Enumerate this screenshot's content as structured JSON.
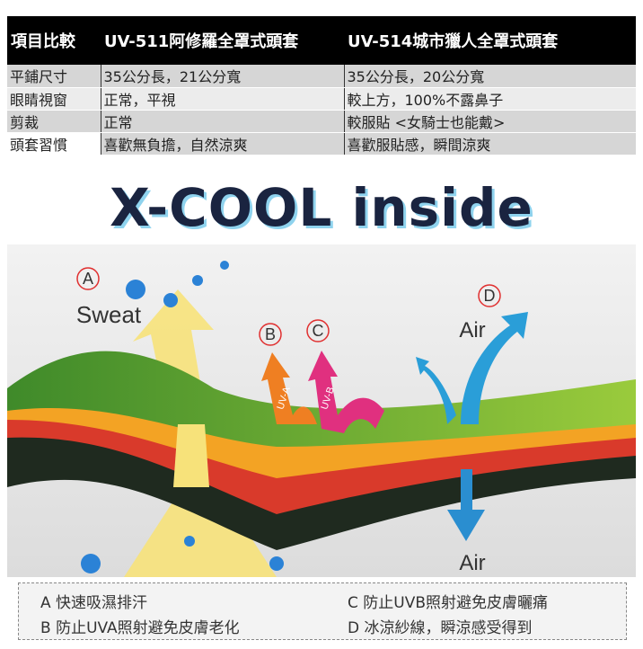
{
  "table": {
    "headers": [
      "項目比較",
      "UV-511阿修羅全罩式頭套",
      "UV-514城市獵人全罩式頭套"
    ],
    "rows": [
      [
        "平鋪尺寸",
        "35公分長，21公分寬",
        "35公分長，20公分寬"
      ],
      [
        "眼睛視窗",
        "正常，平視",
        "較上方，100%不露鼻子"
      ],
      [
        "剪裁",
        "正常",
        "較服貼 <女騎士也能戴>"
      ],
      [
        "頭套習慣",
        "喜歡無負擔，自然涼爽",
        "喜歡服貼感，瞬間涼爽"
      ]
    ]
  },
  "banner": "X-COOL inside",
  "diagram": {
    "a": "A",
    "b": "B",
    "c": "C",
    "d": "D",
    "sweat": "Sweat",
    "air_top": "Air",
    "air_bottom": "Air",
    "uva": "UV-A",
    "uvb": "UV-B"
  },
  "legend": {
    "a": "A 快速吸濕排汗",
    "b": "B 防止UVA照射避免皮膚老化",
    "c": "C 防止UVB照射避免皮膚曬痛",
    "d": "D 冰涼紗線，瞬涼感受得到"
  }
}
